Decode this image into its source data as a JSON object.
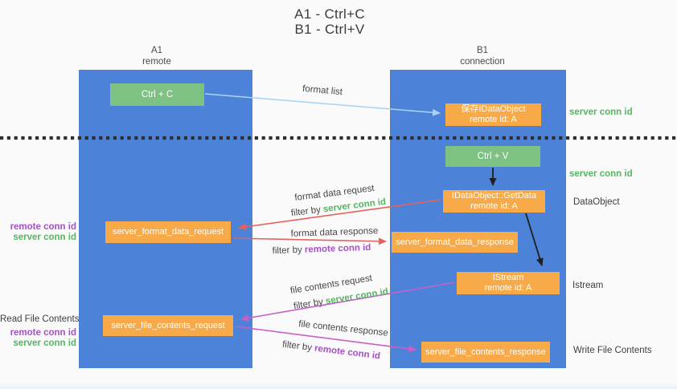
{
  "title": {
    "line1": "A1 - Ctrl+C",
    "line2": "B1 - Ctrl+V"
  },
  "lanes": {
    "left": {
      "name": "A1",
      "role": "remote"
    },
    "right": {
      "name": "B1",
      "role": "connection"
    }
  },
  "nodes": {
    "ctrl_c": {
      "label": "Ctrl + C"
    },
    "save_idataobject": {
      "line1": "保存IDataObject",
      "line2": "remote id: A"
    },
    "ctrl_v": {
      "label": "Ctrl + V"
    },
    "getdata": {
      "line1": "IDataObject::GetData",
      "line2": "remote id: A"
    },
    "format_request": {
      "label": "server_format_data_request"
    },
    "format_response": {
      "label": "server_format_data_response"
    },
    "istream": {
      "line1": "IStream",
      "line2": "remote id: A"
    },
    "file_request": {
      "label": "server_file_contents_request"
    },
    "file_response": {
      "label": "server_file_contents_response"
    }
  },
  "flow_labels": {
    "format_list": "format list",
    "format_data_request": "format data request",
    "format_data_response": "format data response",
    "file_contents_request": "file contents request",
    "file_contents_response": "file contents response",
    "filter_by": "filter by",
    "server_conn_id": "server conn id",
    "remote_conn_id": "remote conn id"
  },
  "side_labels": {
    "server_conn_id": "server conn id",
    "remote_conn_id": "remote conn id",
    "dataobject": "DataObject",
    "istream": "Istream",
    "read_file_contents": "Read File Contents",
    "write_file_contents": "Write File Contents"
  },
  "colors": {
    "lane_blue": "#4c83d8",
    "box_orange": "#f7aa47",
    "box_green": "#7dc283",
    "text_green": "#54b75f",
    "text_purple": "#a650c5",
    "arrow_red": "#e5625c",
    "arrow_magenta": "#c75fc9",
    "arrow_lightblue": "#a9d3f2",
    "arrow_black": "#1f1f1f",
    "divider": "#2e2e2e",
    "text_dark": "#3d3d3d"
  }
}
